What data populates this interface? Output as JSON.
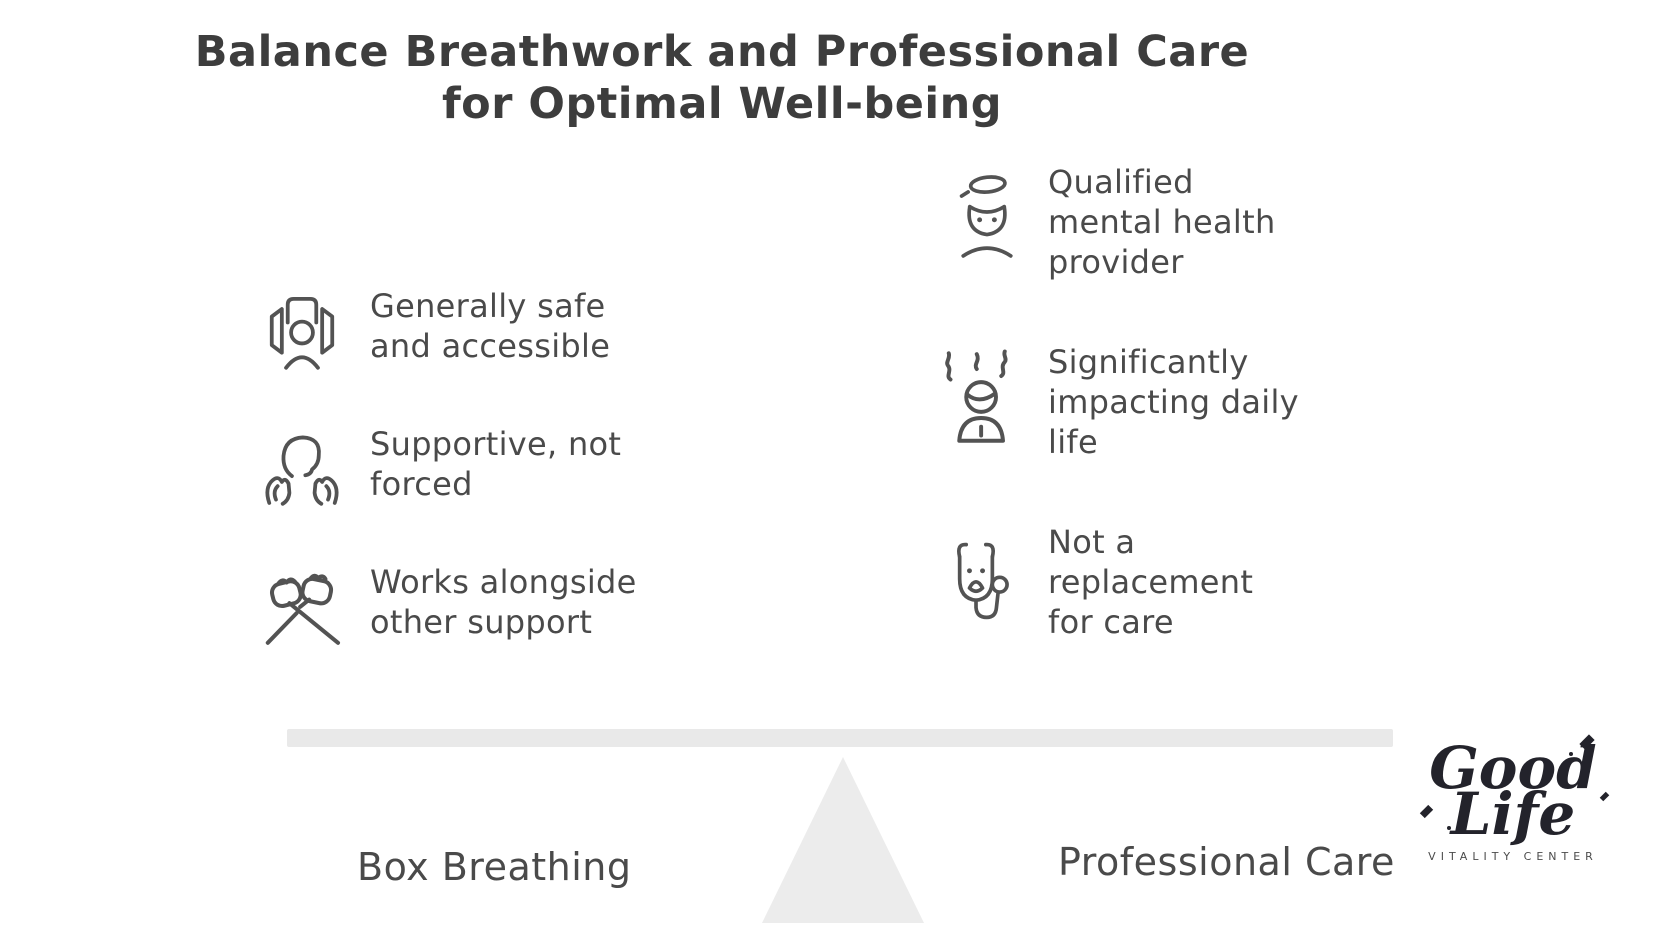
{
  "title": {
    "line1": "Balance Breathwork and Professional Care",
    "line2": "for Optimal Well-being"
  },
  "left": {
    "label": "Box Breathing",
    "items": [
      {
        "icon": "accessible-person-icon",
        "text": "Generally safe\nand accessible"
      },
      {
        "icon": "head-in-hands-icon",
        "text": "Supportive, not\nforced"
      },
      {
        "icon": "crossed-fists-icon",
        "text": "Works alongside\nother support"
      }
    ]
  },
  "right": {
    "label": "Professional Care",
    "items": [
      {
        "icon": "mental-health-provider-icon",
        "text": "Qualified\nmental health\nprovider"
      },
      {
        "icon": "stressed-person-icon",
        "text": "Significantly\nimpacting daily\nlife"
      },
      {
        "icon": "stethoscope-icon",
        "text": "Not a\nreplacement\nfor care"
      }
    ]
  },
  "balance": {
    "beam_color": "#e9e9e9",
    "fulcrum_color": "#ececec"
  },
  "logo": {
    "word1": "Good",
    "word2": "Life",
    "subtitle": "VITALITY CENTER"
  },
  "colors": {
    "background": "#ffffff",
    "title_text": "#3d3d3d",
    "body_text": "#4a4a4a",
    "icon_stroke": "#535353",
    "logo_ink": "#23232b"
  }
}
